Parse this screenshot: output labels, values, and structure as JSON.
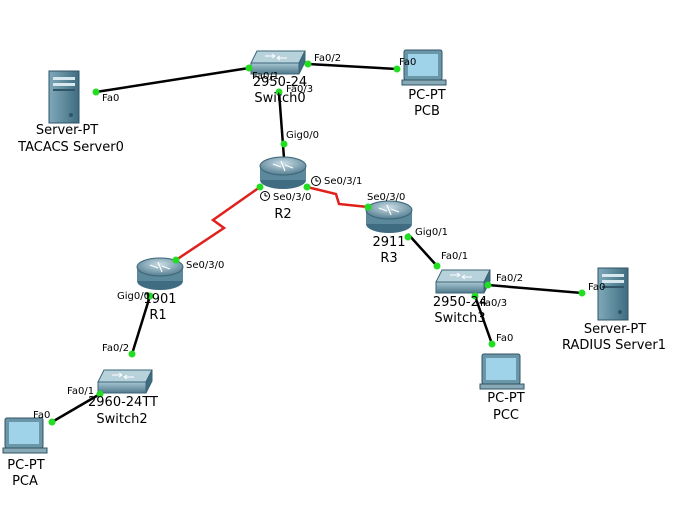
{
  "devices": {
    "tacacs": {
      "type": "Server-PT",
      "name": "TACACS Server0"
    },
    "switch0": {
      "model": "2950-24",
      "name": "Switch0"
    },
    "pcb": {
      "type": "PC-PT",
      "name": "PCB"
    },
    "r2": {
      "name": "R2"
    },
    "r3": {
      "model": "2911",
      "name": "R3"
    },
    "r1": {
      "model": "1901",
      "name": "R1"
    },
    "switch3": {
      "model": "2950-24",
      "name": "Switch3"
    },
    "radius": {
      "type": "Server-PT",
      "name": "RADIUS Server1"
    },
    "pcc": {
      "type": "PC-PT",
      "name": "PCC"
    },
    "switch2": {
      "model": "2960-24TT",
      "name": "Switch2"
    },
    "pca": {
      "type": "PC-PT",
      "name": "PCA"
    }
  },
  "ports": {
    "tacacs_fa0": "Fa0",
    "sw0_fa01": "Fa0/1",
    "sw0_fa02": "Fa0/2",
    "sw0_fa03": "Fa0/3",
    "pcb_fa0": "Fa0",
    "r2_gig00": "Gig0/0",
    "r2_se030": "Se0/3/0",
    "r2_se031": "Se0/3/1",
    "r3_se030": "Se0/3/0",
    "r3_gig01": "Gig0/1",
    "r1_se030": "Se0/3/0",
    "r1_gig00": "Gig0/0",
    "sw3_fa01": "Fa0/1",
    "sw3_fa02": "Fa0/2",
    "sw3_fa03": "Fa0/3",
    "radius_fa0": "Fa0",
    "pcc_fa0": "Fa0",
    "sw2_fa02": "Fa0/2",
    "sw2_fa01": "Fa0/1",
    "pca_fa0": "Fa0"
  },
  "colors": {
    "ethernet_link": "#000000",
    "serial_link": "#e0201b",
    "port_up": "#22dd22",
    "router_body": "#6f95a8",
    "switch_body": "#6c96a6",
    "server_body": "#5f8fa3",
    "pc_screen": "#9fd3ea"
  },
  "icons": [
    "server-icon",
    "switch-icon",
    "router-icon",
    "pc-icon",
    "clock-icon"
  ]
}
